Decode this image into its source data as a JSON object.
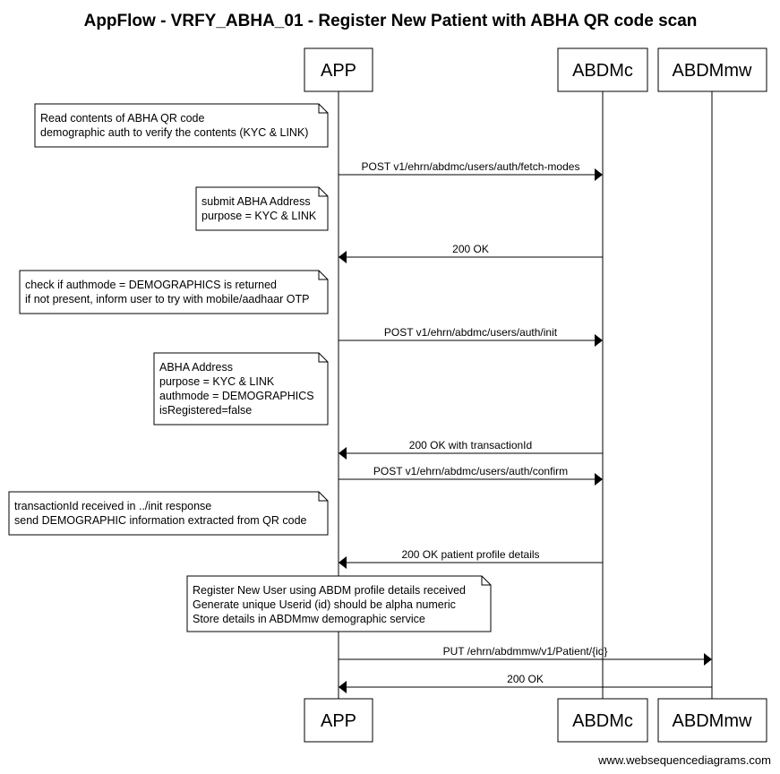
{
  "title": "AppFlow - VRFY_ABHA_01 - Register New Patient with ABHA QR code scan",
  "actors": [
    {
      "id": "app",
      "label": "APP"
    },
    {
      "id": "abdmc",
      "label": "ABDMc"
    },
    {
      "id": "abdmmw",
      "label": "ABDMmw"
    }
  ],
  "events": [
    {
      "type": "note",
      "lines": [
        "Read contents of ABHA QR code",
        "demographic auth to verify the contents (KYC & LINK)"
      ]
    },
    {
      "type": "message",
      "from": "app",
      "to": "abdmc",
      "label": "POST v1/ehrn/abdmc/users/auth/fetch-modes"
    },
    {
      "type": "note",
      "lines": [
        "submit ABHA Address",
        "purpose = KYC & LINK"
      ]
    },
    {
      "type": "message",
      "from": "abdmc",
      "to": "app",
      "label": "200 OK"
    },
    {
      "type": "note",
      "lines": [
        "check if authmode = DEMOGRAPHICS is returned",
        "if not present, inform user to try with mobile/aadhaar OTP"
      ]
    },
    {
      "type": "message",
      "from": "app",
      "to": "abdmc",
      "label": "POST v1/ehrn/abdmc/users/auth/init"
    },
    {
      "type": "note",
      "lines": [
        "ABHA Address",
        "purpose = KYC & LINK",
        "authmode = DEMOGRAPHICS",
        "isRegistered=false"
      ]
    },
    {
      "type": "message",
      "from": "abdmc",
      "to": "app",
      "label": "200 OK with transactionId"
    },
    {
      "type": "message",
      "from": "app",
      "to": "abdmc",
      "label": "POST v1/ehrn/abdmc/users/auth/confirm"
    },
    {
      "type": "note",
      "lines": [
        "transactionId received in ../init response",
        "send DEMOGRAPHIC information extracted from QR code"
      ]
    },
    {
      "type": "message",
      "from": "abdmc",
      "to": "app",
      "label": "200 OK patient profile details"
    },
    {
      "type": "note",
      "lines": [
        "Register New  User using ABDM profile details received",
        "Generate unique Userid (id) should be alpha numeric",
        "Store details in ABDMmw demographic service"
      ]
    },
    {
      "type": "message",
      "from": "app",
      "to": "abdmmw",
      "label": "PUT /ehrn/abdmmw/v1/Patient/{id}"
    },
    {
      "type": "message",
      "from": "abdmmw",
      "to": "app",
      "label": "200 OK"
    }
  ],
  "watermark": "www.websequencediagrams.com"
}
